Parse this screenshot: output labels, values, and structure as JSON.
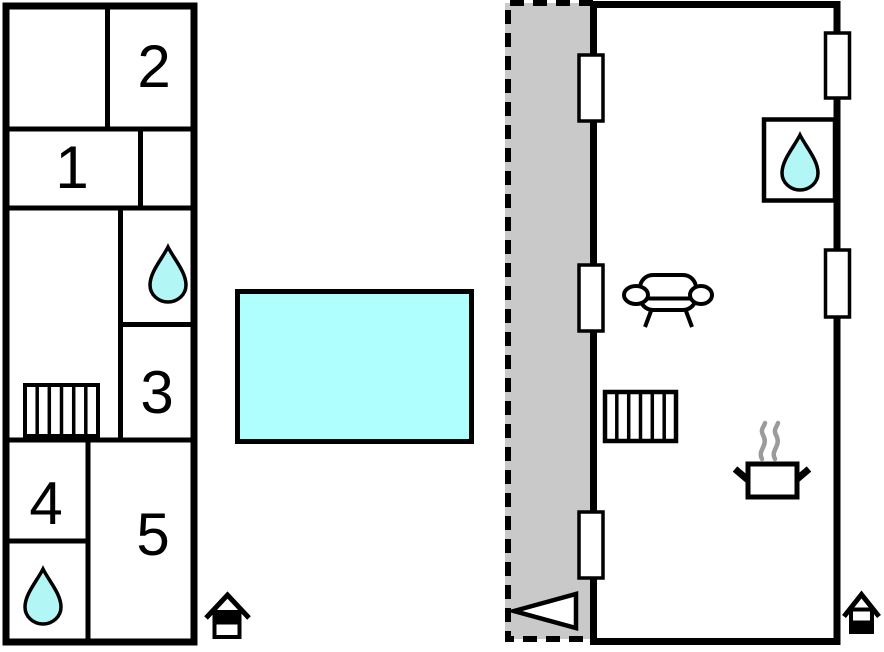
{
  "scene": {
    "type": "property-floor-plan",
    "floor_count": 2
  },
  "colors": {
    "background": "#ffffff",
    "wall": "#000000",
    "pool": "#b0ffff",
    "water": "#b2f6f6",
    "terrace": "#c9c9c9",
    "steam": "#9b9b9b"
  },
  "upper_floor": {
    "rooms": [
      {
        "label": "1"
      },
      {
        "label": "2"
      },
      {
        "label": "3"
      },
      {
        "label": "4"
      },
      {
        "label": "5"
      }
    ],
    "icons": [
      "water-drop-icon",
      "water-drop-icon",
      "stairs-icon",
      "house-level-icon-upper"
    ]
  },
  "ground_floor": {
    "icons": [
      "window-icon",
      "window-icon",
      "window-icon",
      "window-icon",
      "window-icon",
      "water-drop-icon",
      "sofa-icon",
      "stairs-icon",
      "cooking-pot-icon",
      "steam-icon",
      "entrance-arrow-icon",
      "house-level-icon-ground",
      "terrace-dashed-area"
    ]
  },
  "pool": {
    "icon": "swimming-pool"
  }
}
